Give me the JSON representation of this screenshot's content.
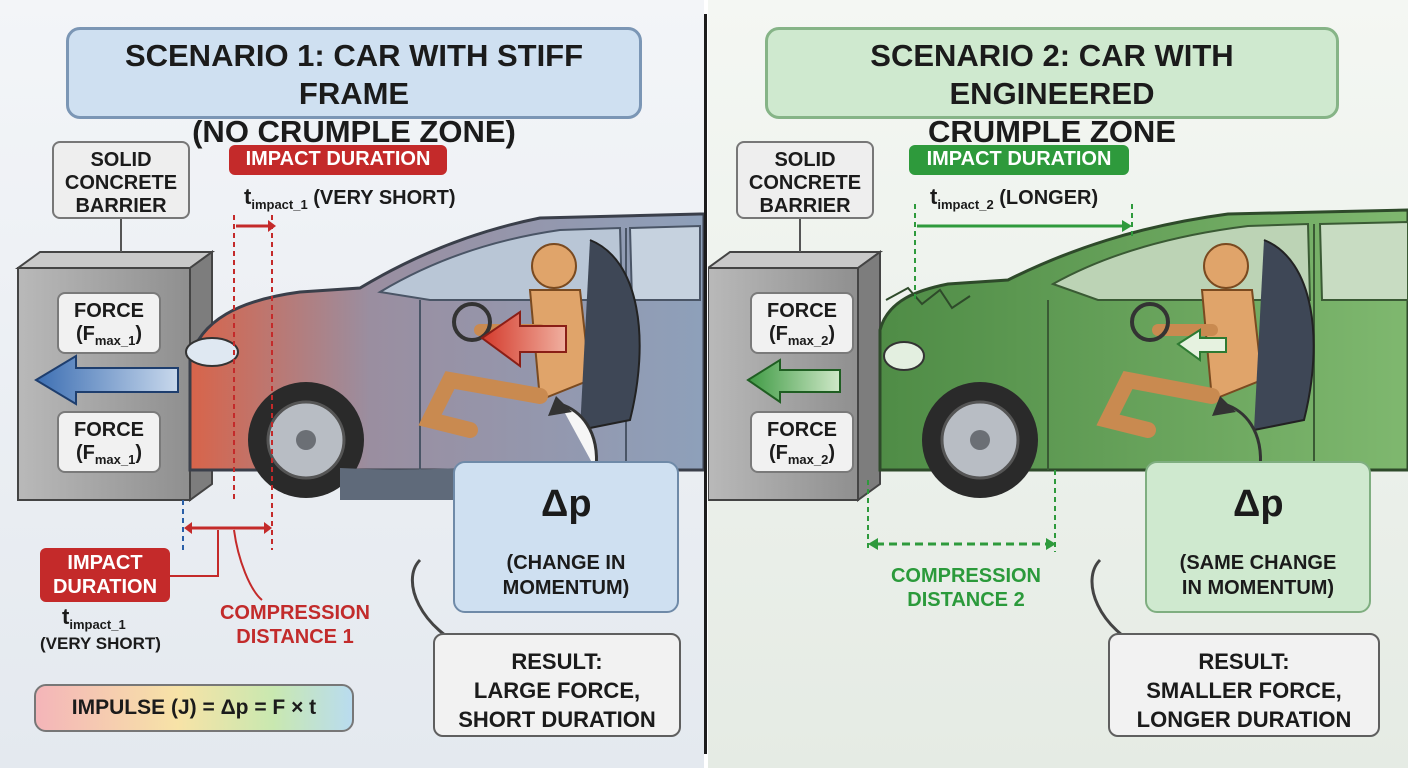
{
  "scenario1": {
    "title_bold": "SCENARIO 1:",
    "title_rest": "CAR WITH STIFF FRAME",
    "title_line2": "(NO CRUMPLE ZONE)",
    "barrier": [
      "SOLID",
      "CONCRETE",
      "BARRIER"
    ],
    "impact_tag": "IMPACT DURATION",
    "t_main": "t",
    "t_sub": "impact_1",
    "t_note": "(VERY SHORT)",
    "force_label": "FORCE",
    "force_f": "(F",
    "force_sub": "max_1",
    "force_close": ")",
    "impact_tag2": [
      "IMPACT",
      "DURATION"
    ],
    "compression": [
      "COMPRESSION",
      "DISTANCE 1"
    ],
    "dp_symbol": "Δp",
    "dp_caption": [
      "(CHANGE IN",
      "MOMENTUM)"
    ],
    "result": [
      "RESULT:",
      "LARGE FORCE,",
      "SHORT DURATION"
    ],
    "formula": "IMPULSE (J) = Δp = F × t",
    "colors": {
      "accent": "#c42a2a",
      "panel": "#cfe0f1",
      "car": "#7f92ad"
    }
  },
  "scenario2": {
    "title_bold": "SCENARIO 2:",
    "title_rest": "CAR WITH ENGINEERED",
    "title_line2": "CRUMPLE ZONE",
    "barrier": [
      "SOLID",
      "CONCRETE",
      "BARRIER"
    ],
    "impact_tag": "IMPACT DURATION",
    "t_main": "t",
    "t_sub": "impact_2",
    "t_note": "(LONGER)",
    "force_label": "FORCE",
    "force_f": "(F",
    "force_sub": "max_2",
    "force_close": ")",
    "compression": [
      "COMPRESSION",
      "DISTANCE 2"
    ],
    "dp_symbol": "Δp",
    "dp_caption": [
      "(SAME CHANGE",
      "IN MOMENTUM)"
    ],
    "result": [
      "RESULT:",
      "SMALLER FORCE,",
      "LONGER DURATION"
    ],
    "colors": {
      "accent": "#2e9a3c",
      "panel": "#cfe9cf",
      "car": "#5f9a55"
    }
  }
}
